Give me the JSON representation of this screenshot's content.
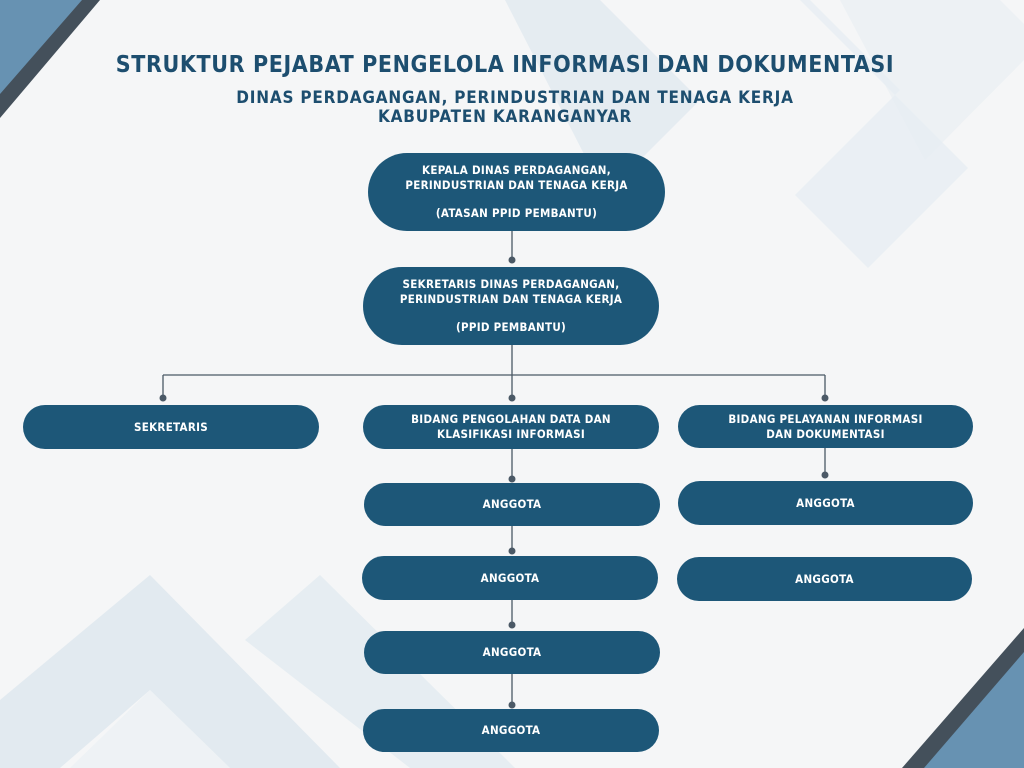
{
  "title": {
    "main": "STRUKTUR PEJABAT PENGELOLA INFORMASI DAN DOKUMENTASI",
    "line2": "DINAS PERDAGANGAN, PERINDUSTRIAN DAN TENAGA KERJA",
    "line3": "KABUPATEN KARANGANYAR"
  },
  "nodes": {
    "kepala": {
      "line1": "KEPALA DINAS PERDAGANGAN,",
      "line2": "PERINDUSTRIAN DAN TENAGA KERJA",
      "role": "(ATASAN PPID PEMBANTU)"
    },
    "sekretaris_dinas": {
      "line1": "SEKRETARIS DINAS PERDAGANGAN,",
      "line2": "PERINDUSTRIAN DAN TENAGA KERJA",
      "role": "(PPID PEMBANTU)"
    },
    "sekretaris": {
      "label": "SEKRETARIS"
    },
    "bidang_data": {
      "line1": "BIDANG PENGOLAHAN DATA DAN",
      "line2": "KLASIFIKASI INFORMASI",
      "members": [
        "ANGGOTA",
        "ANGGOTA",
        "ANGGOTA",
        "ANGGOTA"
      ]
    },
    "bidang_pelayanan": {
      "line1": "BIDANG PELAYANAN INFORMASI",
      "line2": "DAN DOKUMENTASI",
      "members": [
        "ANGGOTA",
        "ANGGOTA"
      ]
    }
  },
  "colors": {
    "node": "#1d5778",
    "title": "#1d4e6f",
    "connector": "#4b5966",
    "background": "#f5f6f7"
  }
}
